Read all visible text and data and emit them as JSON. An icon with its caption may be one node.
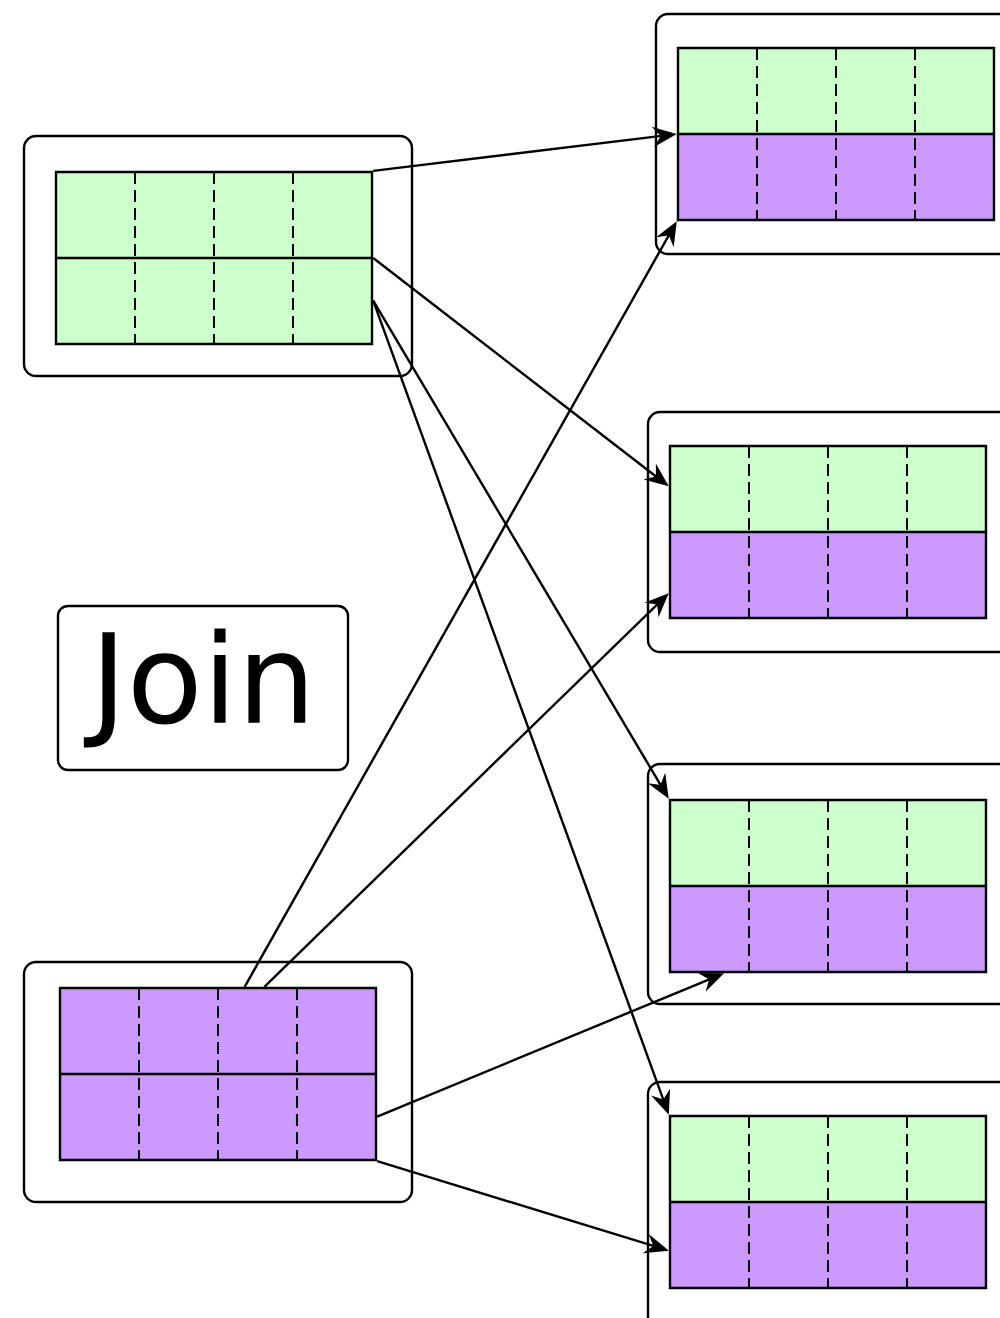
{
  "diagram": {
    "nodes": [
      {
        "text": [],
        "shape": "box"
      },
      {
        "text": [],
        "shape": "box",
        "in": 0
      },
      {
        "text": [],
        "shape": "box"
      },
      {
        "text": [],
        "shape": "box",
        "in": 2
      },
      {
        "text": [],
        "shape": "box"
      },
      {
        "text": [],
        "shape": "box",
        "in": 4
      },
      {
        "text": [
          "Join"
        ]
      },
      {
        "text": [],
        "shape": "box"
      },
      {
        "text": [],
        "shape": "box",
        "in": 7
      },
      {
        "text": [],
        "shape": "box"
      },
      {
        "text": [],
        "shape": "box",
        "in": 9
      },
      {
        "text": [],
        "shape": "box"
      },
      {
        "text": [],
        "shape": "box",
        "in": 11
      }
    ],
    "edges": [
      {
        "from": 1,
        "to": 3,
        "arrow": "to"
      },
      {
        "from": 1,
        "to": 5,
        "arrow": "to"
      },
      {
        "from": 1,
        "to": 8,
        "arrow": "to"
      },
      {
        "from": 1,
        "to": 12,
        "arrow": "to"
      },
      {
        "from": 10,
        "to": 3,
        "arrow": "to"
      },
      {
        "from": 10,
        "to": 5,
        "arrow": "to"
      },
      {
        "from": 10,
        "to": 8,
        "arrow": "to"
      },
      {
        "from": 10,
        "to": 12,
        "arrow": "to"
      }
    ]
  }
}
